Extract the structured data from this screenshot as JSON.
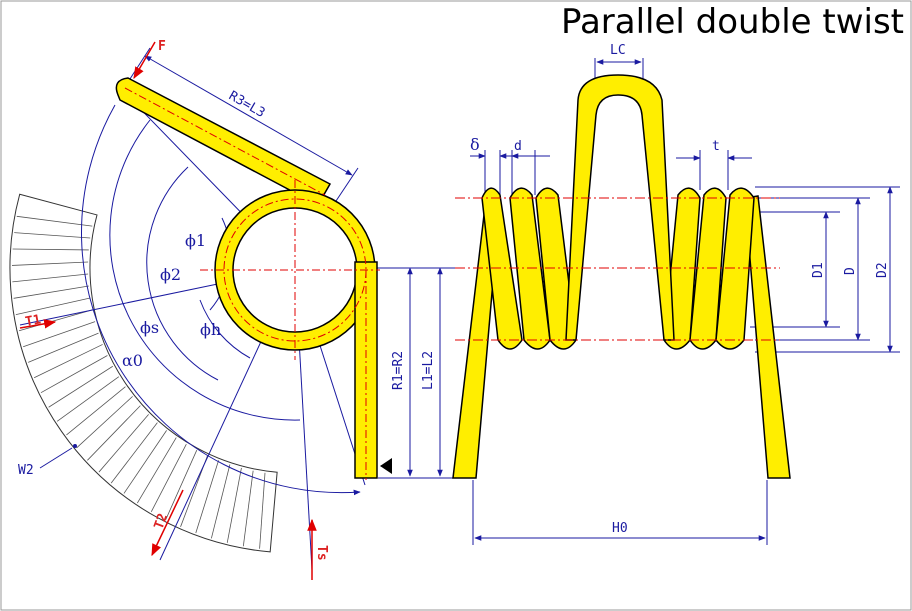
{
  "title": "Parallel double twist",
  "colors": {
    "wire": "#ffee00",
    "outline": "#000000",
    "dimension": "#1a1aa0",
    "centerline": "#e00000",
    "force": "#e00000"
  },
  "left_view": {
    "labels": {
      "F": "F",
      "R3L3": "R3=L3",
      "phi1": "ϕ1",
      "phi2": "ϕ2",
      "phis": "ϕs",
      "phih": "ϕh",
      "alpha0": "α0",
      "R1R2": "R1=R2",
      "L1L2": "L1=L2",
      "T1": "T1",
      "T2": "T2",
      "Ts": "Ts",
      "W2": "W2"
    }
  },
  "right_view": {
    "labels": {
      "LC": "LC",
      "delta": "δ",
      "d": "d",
      "t": "t",
      "D1": "D1",
      "D": "D",
      "D2": "D2",
      "H0": "H0"
    }
  }
}
